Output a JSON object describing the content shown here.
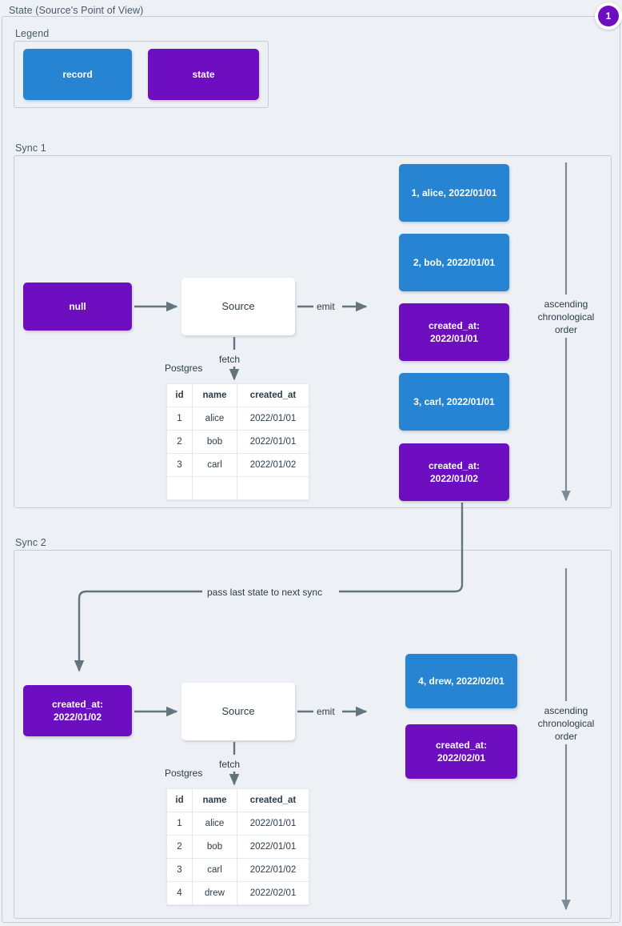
{
  "diagram": {
    "title": "State (Source's Point of View)",
    "badge": "1",
    "accent_record": "#2684d3",
    "accent_state": "#6d0ec0",
    "frame_color": "#c3ccd8",
    "wire_color": "#62757f"
  },
  "legend": {
    "label": "Legend",
    "items": [
      {
        "label": "record",
        "kind": "record"
      },
      {
        "label": "state",
        "kind": "state"
      }
    ]
  },
  "sync1": {
    "label": "Sync 1",
    "input_state": "null",
    "processor": "Source",
    "emit_label": "emit",
    "fetch_label": "fetch",
    "db_label": "Postgres",
    "order_label": "ascending\nchronological\norder",
    "table": {
      "headers": [
        "id",
        "name",
        "created_at"
      ],
      "rows": [
        [
          "1",
          "alice",
          "2022/01/01"
        ],
        [
          "2",
          "bob",
          "2022/01/01"
        ],
        [
          "3",
          "carl",
          "2022/01/02"
        ],
        [
          "",
          "",
          ""
        ]
      ]
    },
    "emitted": [
      {
        "kind": "record",
        "text": "1, alice, 2022/01/01"
      },
      {
        "kind": "record",
        "text": "2, bob, 2022/01/01"
      },
      {
        "kind": "state",
        "text": "created_at:\n2022/01/01"
      },
      {
        "kind": "record",
        "text": "3, carl, 2022/01/01"
      },
      {
        "kind": "state",
        "text": "created_at:\n2022/01/02"
      }
    ]
  },
  "sync2": {
    "label": "Sync 2",
    "pass_label": "pass last state to next sync",
    "input_state": "created_at:\n2022/01/02",
    "processor": "Source",
    "emit_label": "emit",
    "fetch_label": "fetch",
    "db_label": "Postgres",
    "order_label": "ascending\nchronological\norder",
    "table": {
      "headers": [
        "id",
        "name",
        "created_at"
      ],
      "rows": [
        [
          "1",
          "alice",
          "2022/01/01"
        ],
        [
          "2",
          "bob",
          "2022/01/01"
        ],
        [
          "3",
          "carl",
          "2022/01/02"
        ],
        [
          "4",
          "drew",
          "2022/02/01"
        ]
      ]
    },
    "emitted": [
      {
        "kind": "record",
        "text": "4, drew, 2022/02/01"
      },
      {
        "kind": "state",
        "text": "created_at:\n2022/02/01"
      }
    ]
  }
}
